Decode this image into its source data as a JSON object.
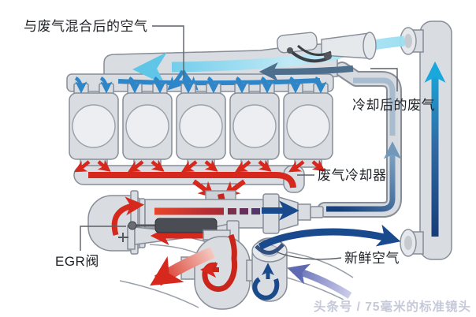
{
  "labels": {
    "mixed_air": "与废气混合后的空气",
    "cooled_exhaust": "冷却后的废气",
    "egr_cooler": "废气冷却器",
    "egr_valve": "EGR阀",
    "fresh_air": "新鲜空气"
  },
  "watermark": "头条号 / 75毫米的标准镜头",
  "engine": {
    "cylinder_count": 5
  },
  "components": [
    "intake-manifold",
    "throttle-body",
    "engine-cylinders",
    "exhaust-manifold",
    "egr-valve",
    "egr-cooler",
    "turbocharger-turbine",
    "turbocharger-compressor",
    "intercooler"
  ],
  "colors": {
    "intake_air_cyan": "#6ecdec",
    "intake_branch_blue": "#2e86c8",
    "fresh_air_lavender": "#c6c6e6",
    "compressed_air_navy": "#1a4a8e",
    "intercooled_air_cyan": "#18a8dc",
    "hot_exhaust_red": "#d6281c",
    "cooled_egr_steel": "#6f98bb",
    "machine_fill": "#d9dde2",
    "machine_stroke": "#868d97",
    "label_text": "#1e2126",
    "leader_line": "#5b6066",
    "watermark_text": "#c6c9d8"
  }
}
